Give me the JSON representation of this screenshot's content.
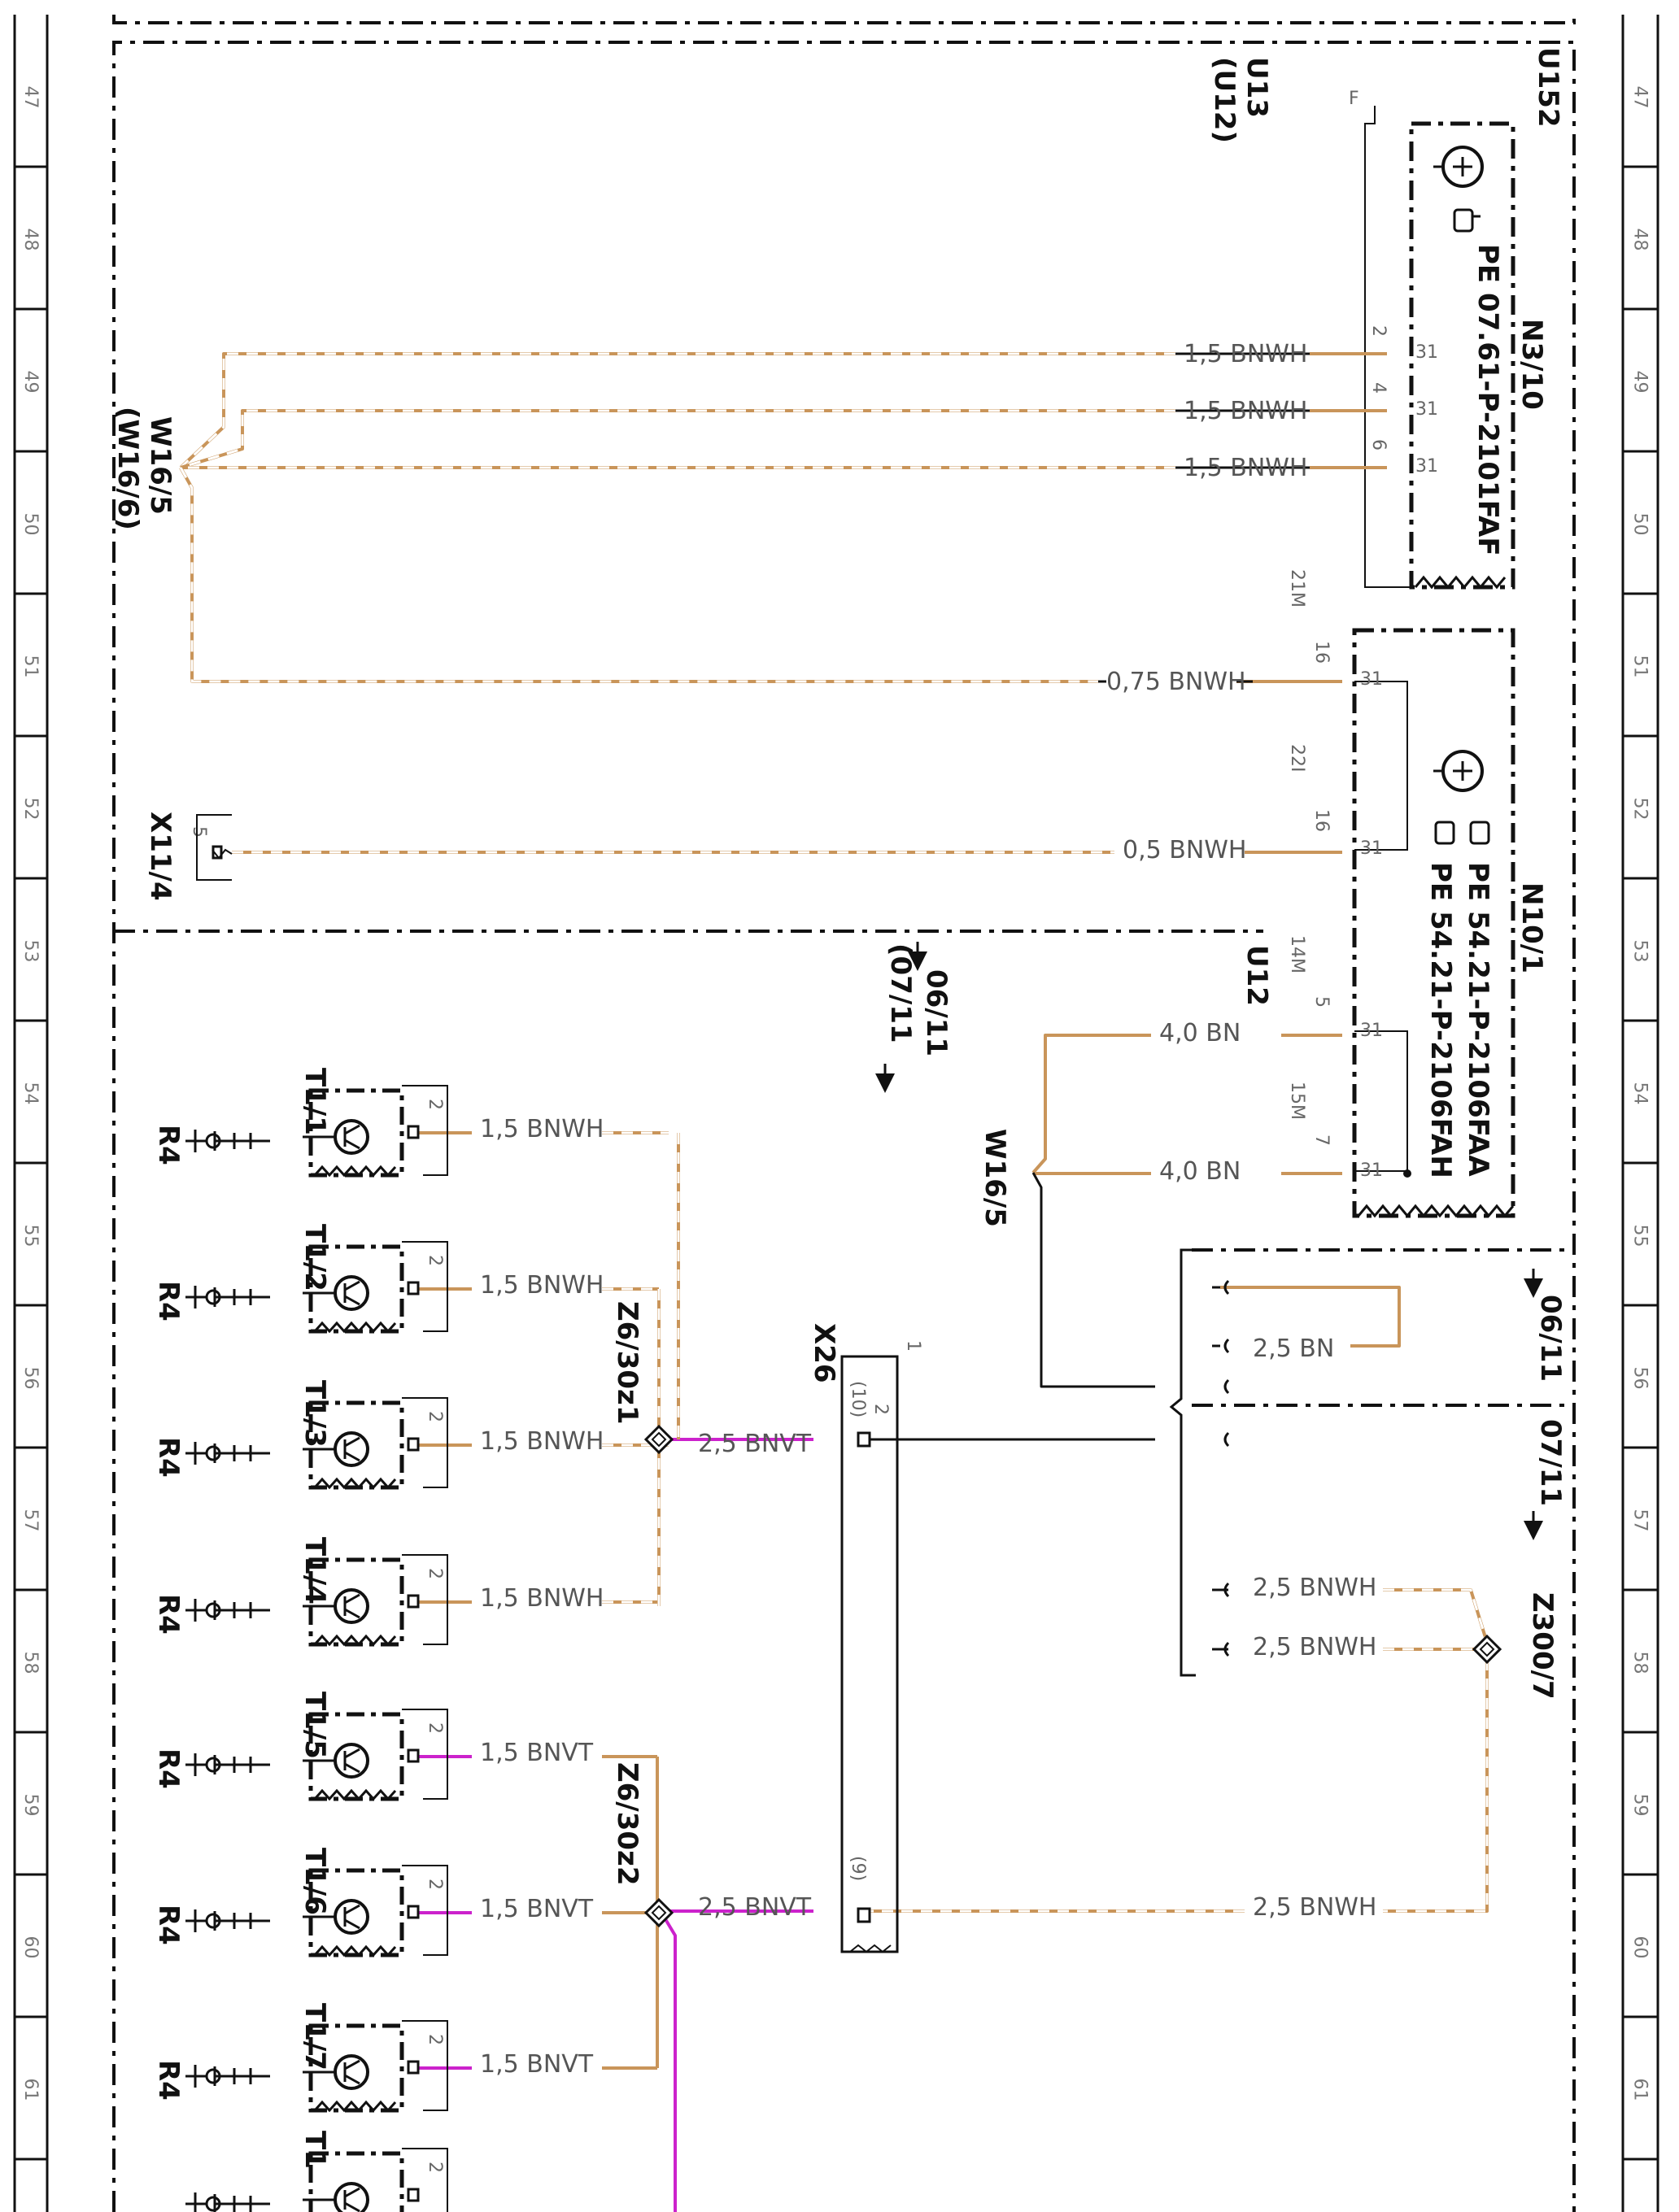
{
  "ruler": [
    "47",
    "48",
    "49",
    "50",
    "51",
    "52",
    "53",
    "54",
    "55",
    "56",
    "57",
    "58",
    "59",
    "60",
    "61"
  ],
  "components": {
    "n3_10": "N3/10",
    "n3_10_pe": "PE 07.61-P-2101FAF",
    "n10_1": "N10/1",
    "n10_1_pe1": "PE 54.21-P-2106FAA",
    "n10_1_pe2": "PE 54.21-P-2106FAH",
    "u152": "U152",
    "u13": "U13",
    "u12_paren": "(U12)",
    "u12": "U12",
    "w16_5": "W16/5",
    "w16_6": "(W16/6)",
    "w16_5b": "W16/5",
    "x11_4": "X11/4",
    "x26": "X26",
    "z6_30z1": "Z6/30z1",
    "z6_30z2": "Z6/30z2",
    "z300_7": "Z300/7",
    "ref_06_11a": "06/11",
    "ref_07_11a": "(07/11",
    "ref_06_11b": "06/11",
    "ref_07_11b": "07/11",
    "f_label": "F"
  },
  "pins": {
    "n3_10": [
      "2",
      "4",
      "6"
    ],
    "n3_10_term": "31",
    "n10_1": [
      "16",
      "16",
      "5",
      "7"
    ],
    "n10_1_term": "31",
    "n10_1_conn": [
      "21M",
      "22I",
      "14M",
      "15M"
    ],
    "x11_4_pin": "5",
    "x26_pins": [
      "1",
      "2",
      "(10)",
      "(9)"
    ],
    "transducer_pin": "2"
  },
  "wires": {
    "n3_10": [
      "1,5 BNWH",
      "1,5 BNWH",
      "1,5 BNWH"
    ],
    "n10_1": [
      "0,75 BNWH",
      "0,5 BNWH",
      "4,0 BN",
      "4,0 BN"
    ],
    "loop": "2,5 BN",
    "z300": [
      "2,5 BNWH",
      "2,5 BNWH",
      "2,5 BNWH"
    ],
    "z6_out": [
      "2,5 BNVT",
      "2,5 BNVT"
    ],
    "t_group1": [
      "1,5 BNWH",
      "1,5 BNWH",
      "1,5 BNWH",
      "1,5 BNWH"
    ],
    "t_group2": [
      "1,5 BNVT",
      "1,5 BNVT",
      "1,5 BNVT"
    ]
  },
  "transducers": [
    {
      "t": "T1/1",
      "r": "R4"
    },
    {
      "t": "T1/2",
      "r": "R4"
    },
    {
      "t": "T1/3",
      "r": "R4"
    },
    {
      "t": "T1/4",
      "r": "R4"
    },
    {
      "t": "T1/5",
      "r": "R4"
    },
    {
      "t": "T1/6",
      "r": "R4"
    },
    {
      "t": "T1/7",
      "r": "R4"
    },
    {
      "t": "T1",
      "r": ""
    }
  ],
  "colors": {
    "brown": "#c9955a",
    "white": "#ffffff",
    "violet": "#cc22cc",
    "black": "#111111"
  }
}
